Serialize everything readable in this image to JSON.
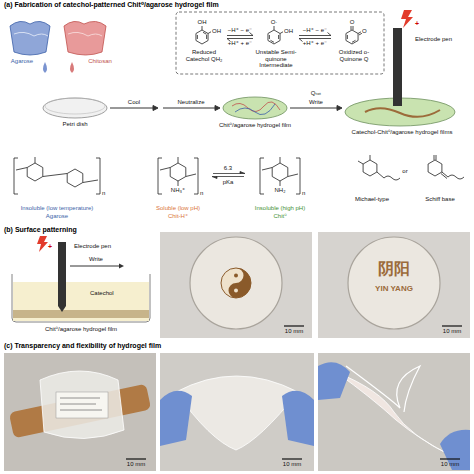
{
  "diagram": {
    "nodes": [
      {
        "text": [
          "Reduced Catechol QH₂"
        ]
      },
      {
        "text": [
          "Unstable Semi-quinone Intermediate"
        ]
      },
      {
        "text": [
          "Oxidized o-Quinone Q"
        ]
      }
    ],
    "edges": [
      {
        "from": 0,
        "to": 1,
        "arrow": "both",
        "label": "−H⁺ − e⁻"
      },
      {
        "from": 1,
        "to": 2,
        "arrow": "both",
        "label": "−H⁺ − e⁻"
      }
    ],
    "labels": [
      "(a) Fabrication of catechol-patterned Chit⁰/agarose hydrogel film",
      "OH",
      "OH",
      "O·",
      "OH",
      "O",
      "O",
      "+H⁺ + e⁻",
      "+H⁺ + e⁻",
      "+",
      "Electrode pen",
      "Agarose",
      "Chitosan",
      "Petri dish",
      "Cool",
      "Neutralize",
      "Chit⁰/agarose hydrogel film",
      "Qₜₒₜ",
      "Write",
      "Catechol-Chit⁰/agarose hydrogel films",
      "n",
      "Insoluble (low temperature)",
      "Agarose",
      "NH₃⁺",
      "n",
      "Soluble (low pH)",
      "Chit-H⁺",
      "6.3",
      "pKa",
      "NH₂",
      "n",
      "Insoluble (high pH)",
      "Chit⁰",
      "Michael-type",
      "or",
      "Schiff base",
      "(b) Surface patterning",
      "+",
      "Electrode pen",
      "Write",
      "Catechol",
      "Chit⁰/agarose hydrogel film",
      "10 mm",
      "阴阳",
      "YIN YANG",
      "10 mm",
      "(c) Transparency and flexibility of hydrogel film",
      "10 mm",
      "10 mm",
      "10 mm"
    ]
  }
}
